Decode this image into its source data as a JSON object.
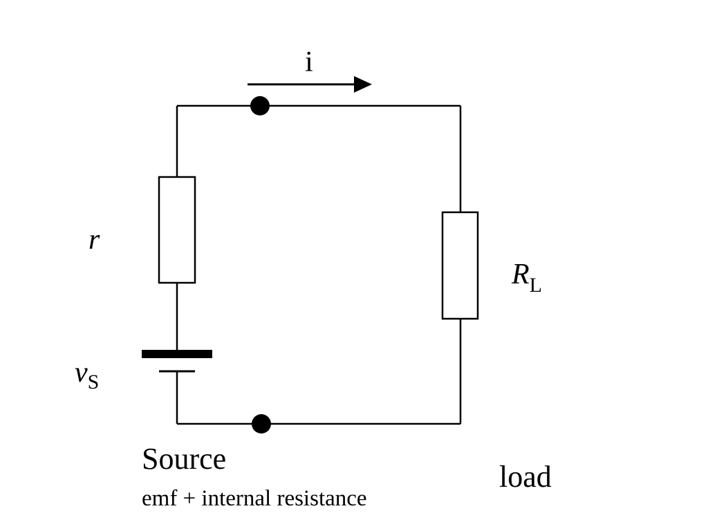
{
  "colors": {
    "background": "#ffffff",
    "ink": "#000000"
  },
  "current": {
    "symbol": "i"
  },
  "internal_resistor": {
    "symbol": "r"
  },
  "emf": {
    "symbol": "v",
    "subscript": "S"
  },
  "load_resistor": {
    "symbol": "R",
    "subscript": "L"
  },
  "source": {
    "title": "Source",
    "subtitle": "emf + internal resistance"
  },
  "load": {
    "title": "load"
  }
}
